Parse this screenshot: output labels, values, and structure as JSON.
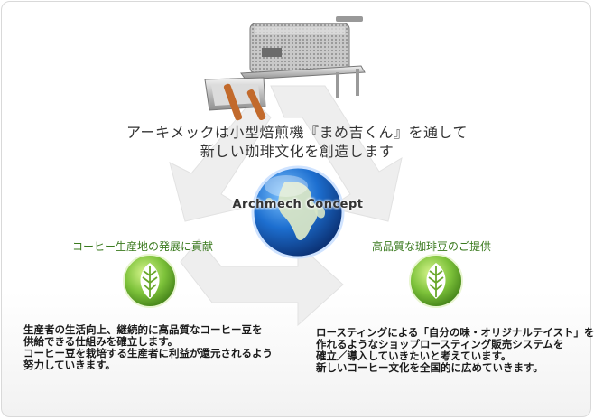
{
  "headline": {
    "line1": "アーキメックは小型焙煎機『まめ吉くん』を通して",
    "line2": "新しい珈琲文化を創造します"
  },
  "center": {
    "label": "Archmech Concept",
    "icon": "globe-icon"
  },
  "left_panel": {
    "title": "コーヒー生産地の発展に貢献",
    "icon": "leaf-icon",
    "lines": [
      "生産者の生活向上、継続的に高品質なコーヒー豆を",
      "供給できる仕組みを確立します。",
      "コーヒー豆を栽培する生産者に利益が還元されるよう",
      "努力していきます。"
    ]
  },
  "right_panel": {
    "title": "高品質な珈琲豆のご提供",
    "icon": "leaf-icon",
    "lines": [
      "ロースティングによる「自分の味・オリジナルテイスト」を",
      "作れるようなショップロースティング販売システムを",
      "確立／導入していきたいと考えています。",
      "新しいコーヒー文化を全国的に広めていきます。"
    ]
  },
  "colors": {
    "accent_green": "#3a7a1e",
    "leaf_green": "#6fb52c",
    "globe_blue": "#1d5fb8",
    "recycle_gray": "#efefef"
  }
}
